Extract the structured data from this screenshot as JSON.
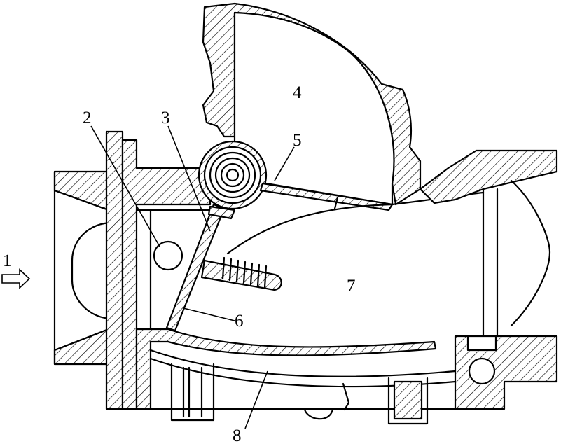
{
  "labels": {
    "l1": "1",
    "l2": "2",
    "l3": "3",
    "l4": "4",
    "l5": "5",
    "l6": "6",
    "l7": "7",
    "l8": "8"
  },
  "colors": {
    "line": "#000000",
    "background": "#ffffff"
  }
}
